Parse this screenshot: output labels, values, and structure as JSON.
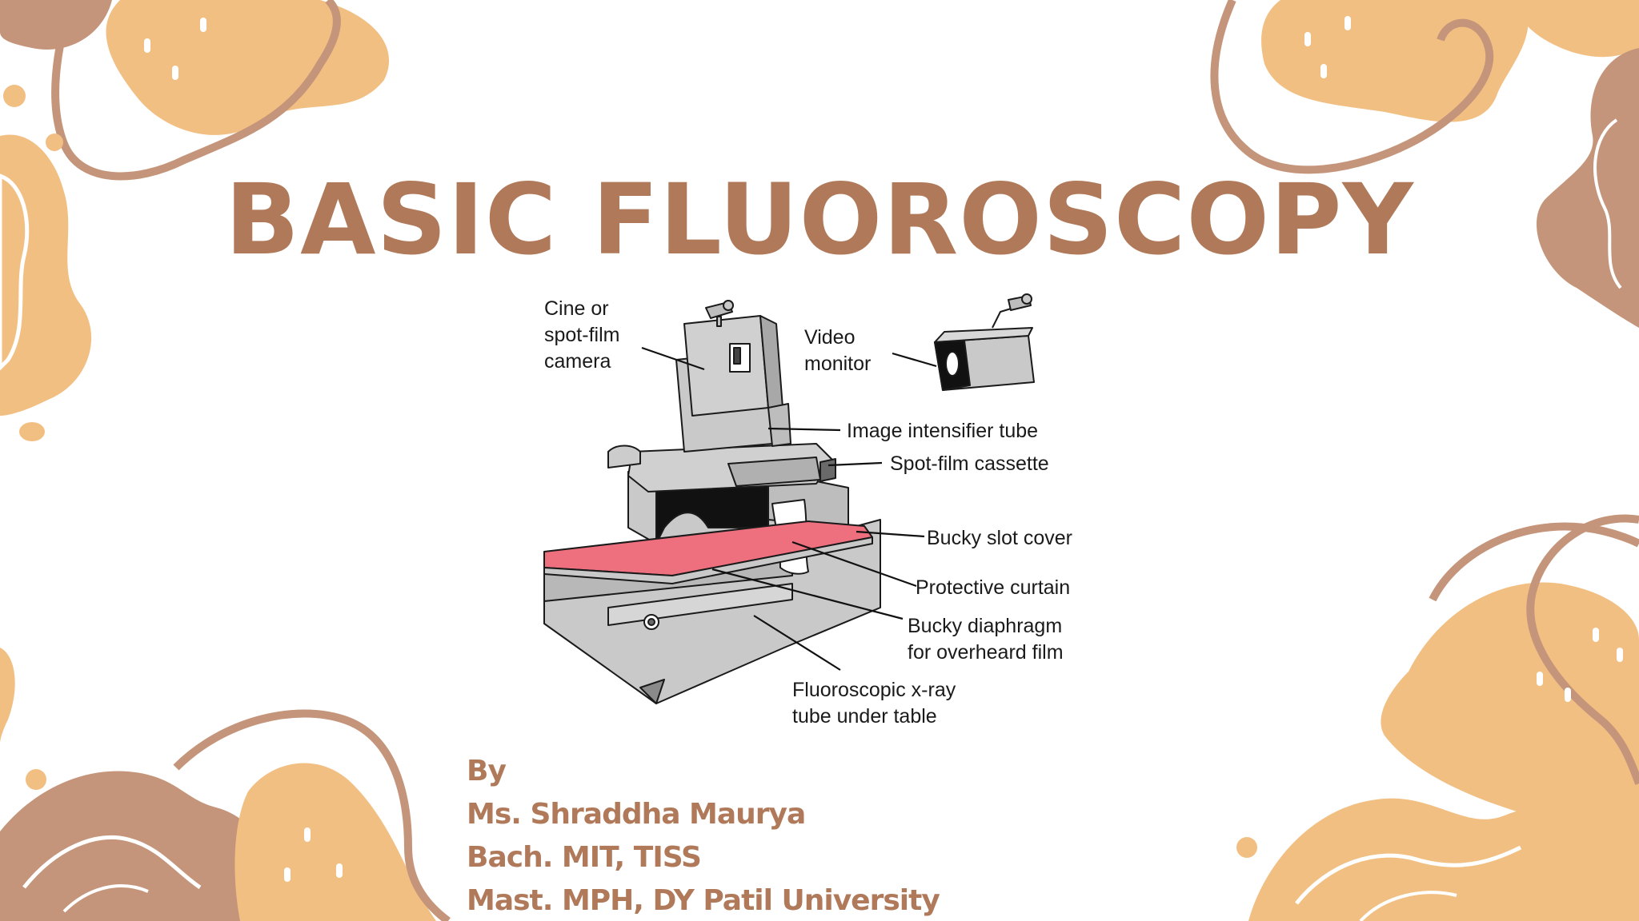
{
  "slide": {
    "title": "BASIC FLUOROSCOPY"
  },
  "diagram": {
    "labels": {
      "cine_camera": [
        "Cine or",
        "spot-film",
        "camera"
      ],
      "video_monitor": [
        "Video",
        "monitor"
      ],
      "image_intensifier": "Image intensifier tube",
      "spot_film_cassette": "Spot-film cassette",
      "bucky_slot_cover": "Bucky slot cover",
      "protective_curtain": "Protective curtain",
      "bucky_diaphragm": [
        "Bucky diaphragm",
        "for overheard film"
      ],
      "xray_tube": [
        "Fluoroscopic x-ray",
        "tube under table"
      ]
    },
    "colors": {
      "table_top": "#ee6f7e",
      "equipment": "#c9c9c9",
      "outline": "#1a1a1a"
    }
  },
  "credits": {
    "by": "By",
    "name": "Ms. Shraddha Maurya",
    "degree1": "Bach. MIT, TISS",
    "degree2": "Mast. MPH, DY Patil University"
  },
  "theme": {
    "accent": "#b07a5a",
    "blob_light": "#f2bf83",
    "blob_dark": "#c4957a"
  }
}
